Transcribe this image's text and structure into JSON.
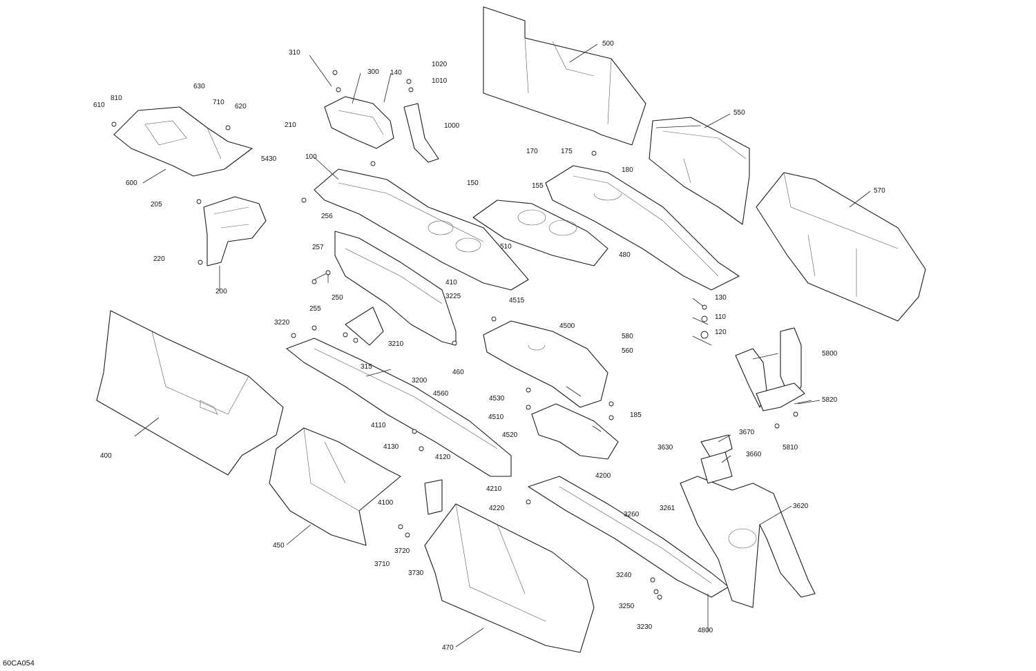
{
  "drawing": {
    "id": "60CA054",
    "labels": [
      "100",
      "110",
      "120",
      "130",
      "140",
      "150",
      "155",
      "170",
      "175",
      "180",
      "185",
      "200",
      "205",
      "210",
      "220",
      "250",
      "255",
      "256",
      "257",
      "300",
      "310",
      "315",
      "400",
      "410",
      "450",
      "460",
      "470",
      "480",
      "500",
      "510",
      "550",
      "560",
      "570",
      "580",
      "600",
      "610",
      "620",
      "630",
      "710",
      "810",
      "1000",
      "1010",
      "1020",
      "3200",
      "3210",
      "3220",
      "3225",
      "3230",
      "3240",
      "3250",
      "3260",
      "3261",
      "3620",
      "3630",
      "3660",
      "3670",
      "3710",
      "3720",
      "3730",
      "4100",
      "4110",
      "4120",
      "4130",
      "4200",
      "4210",
      "4220",
      "4500",
      "4510",
      "4515",
      "4520",
      "4530",
      "4560",
      "4800",
      "5430",
      "5800",
      "5810",
      "5820"
    ]
  }
}
